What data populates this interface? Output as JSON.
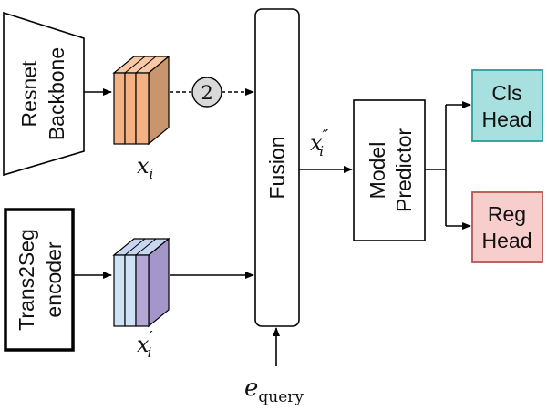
{
  "diagram": {
    "backbone": {
      "line1": "Resnet",
      "line2": "Backbone"
    },
    "encoder": {
      "line1": "Trans2Seg",
      "line2": "encoder"
    },
    "fusion": {
      "label": "Fusion"
    },
    "predictor": {
      "line1": "Model",
      "line2": "Predictor"
    },
    "cls_head": {
      "line1": "Cls",
      "line2": "Head"
    },
    "reg_head": {
      "line1": "Reg",
      "line2": "Head"
    },
    "marker": {
      "label": "2"
    },
    "symbols": {
      "xi_base": "x",
      "xi_sub": "i",
      "xip_base": "x",
      "xip_sup": "′",
      "xip_sub": "i",
      "xipp_base": "x",
      "xipp_sup": "″",
      "xipp_sub": "i",
      "eq_base": "e",
      "eq_sub": "query"
    }
  },
  "colors": {
    "feature_orange": "#f4b183",
    "feature_orange_dark": "#c8956c",
    "feature_purple": "#b4a7d6",
    "feature_blue": "#cfe2f3",
    "cls_fill": "#a8dfdf",
    "cls_stroke": "#2a9d9d",
    "reg_fill": "#f8cecc",
    "reg_stroke": "#b85450",
    "marker_fill": "#d9d9d9"
  }
}
